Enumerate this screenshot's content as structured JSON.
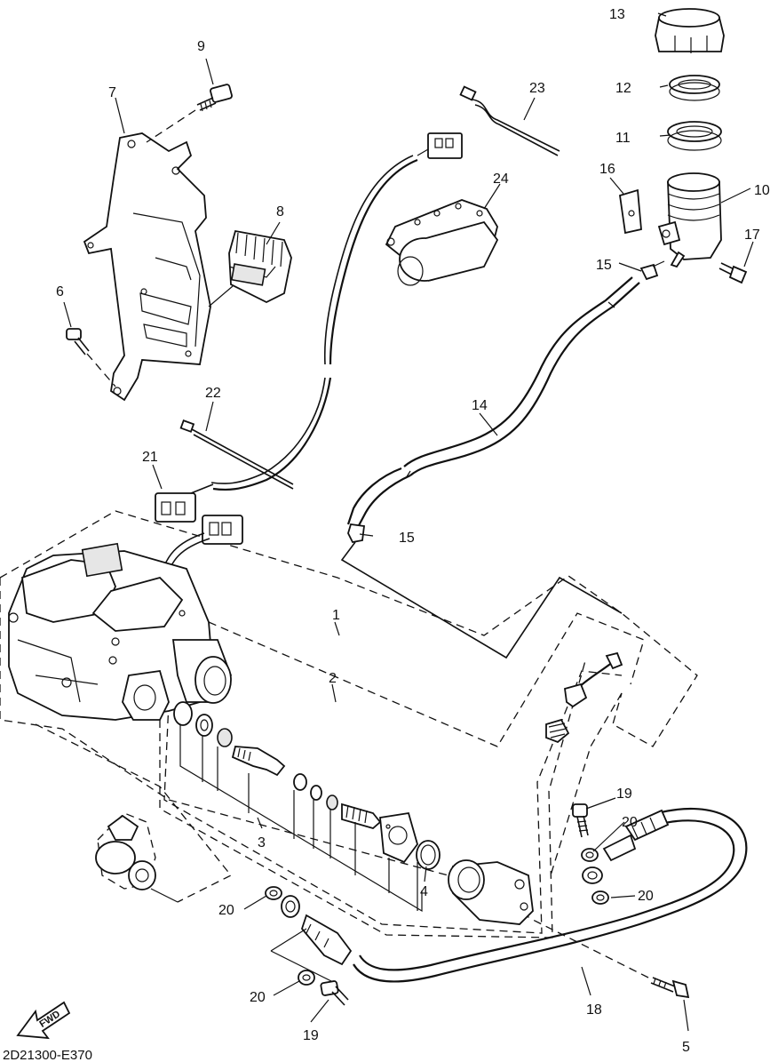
{
  "drawing_code": "2D21300-E370",
  "fwd_label": "FWD",
  "callouts": [
    {
      "id": "c1",
      "text": "1"
    },
    {
      "id": "c2",
      "text": "2"
    },
    {
      "id": "c3",
      "text": "3"
    },
    {
      "id": "c4",
      "text": "4"
    },
    {
      "id": "c5",
      "text": "5"
    },
    {
      "id": "c6",
      "text": "6"
    },
    {
      "id": "c7",
      "text": "7"
    },
    {
      "id": "c8",
      "text": "8"
    },
    {
      "id": "c9",
      "text": "9"
    },
    {
      "id": "c10",
      "text": "10"
    },
    {
      "id": "c11",
      "text": "11"
    },
    {
      "id": "c12",
      "text": "12"
    },
    {
      "id": "c13",
      "text": "13"
    },
    {
      "id": "c14",
      "text": "14"
    },
    {
      "id": "c15a",
      "text": "15"
    },
    {
      "id": "c15b",
      "text": "15"
    },
    {
      "id": "c16",
      "text": "16"
    },
    {
      "id": "c17",
      "text": "17"
    },
    {
      "id": "c18",
      "text": "18"
    },
    {
      "id": "c19a",
      "text": "19"
    },
    {
      "id": "c19b",
      "text": "19"
    },
    {
      "id": "c20a",
      "text": "20"
    },
    {
      "id": "c20b",
      "text": "20"
    },
    {
      "id": "c20c",
      "text": "20"
    },
    {
      "id": "c20d",
      "text": "20"
    },
    {
      "id": "c21",
      "text": "21"
    },
    {
      "id": "c22",
      "text": "22"
    },
    {
      "id": "c23",
      "text": "23"
    },
    {
      "id": "c24",
      "text": "24"
    }
  ]
}
